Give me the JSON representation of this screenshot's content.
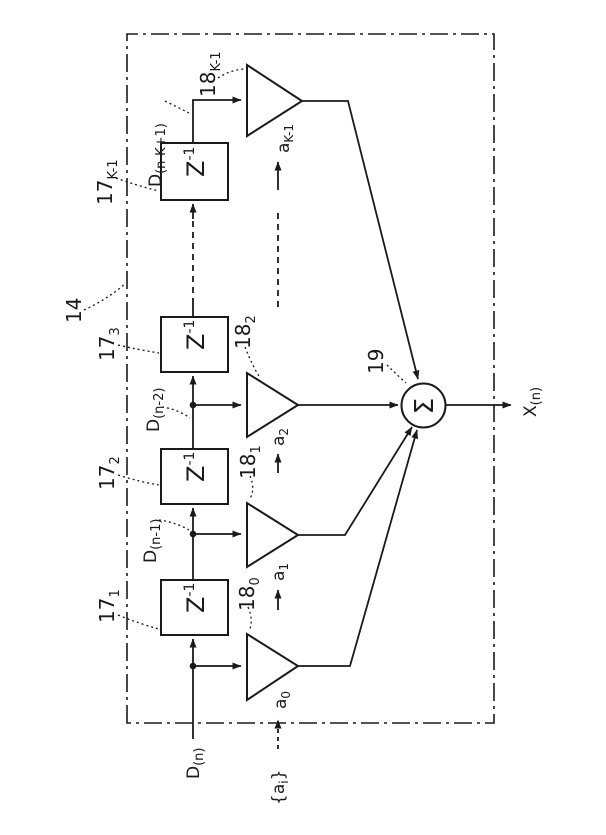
{
  "figure": {
    "boundary_ref": "14",
    "adder_ref": "19",
    "delay_block": {
      "base": "Z",
      "sup": "-1"
    },
    "adder_symbol": "Σ",
    "delay_refs": [
      {
        "base": "17",
        "sub": "1"
      },
      {
        "base": "17",
        "sub": "2"
      },
      {
        "base": "17",
        "sub": "3"
      },
      {
        "base": "17",
        "sub": "K-1"
      }
    ],
    "multiplier_refs": [
      {
        "base": "18",
        "sub": "0"
      },
      {
        "base": "18",
        "sub": "1"
      },
      {
        "base": "18",
        "sub": "2"
      },
      {
        "base": "18",
        "sub": "K-1"
      }
    ],
    "signals": {
      "input": {
        "base": "D",
        "sub": "(n)"
      },
      "tap1": {
        "base": "D",
        "sub": "(n-1)"
      },
      "tap2": {
        "base": "D",
        "sub": "(n-2)"
      },
      "tapk": {
        "base": "D",
        "sub": "(n-K+1)"
      },
      "output": {
        "base": "X",
        "sub": "(n)"
      }
    },
    "coefficients": {
      "set": {
        "pre": "{a",
        "sub": "i",
        "post": "}"
      },
      "a0": {
        "base": "a",
        "sub": "0"
      },
      "a1": {
        "base": "a",
        "sub": "1"
      },
      "a2": {
        "base": "a",
        "sub": "2"
      },
      "ak": {
        "base": "a",
        "sub": "K-1"
      }
    },
    "colors": {
      "ink": "#1a1a1a",
      "background": "#ffffff"
    }
  }
}
